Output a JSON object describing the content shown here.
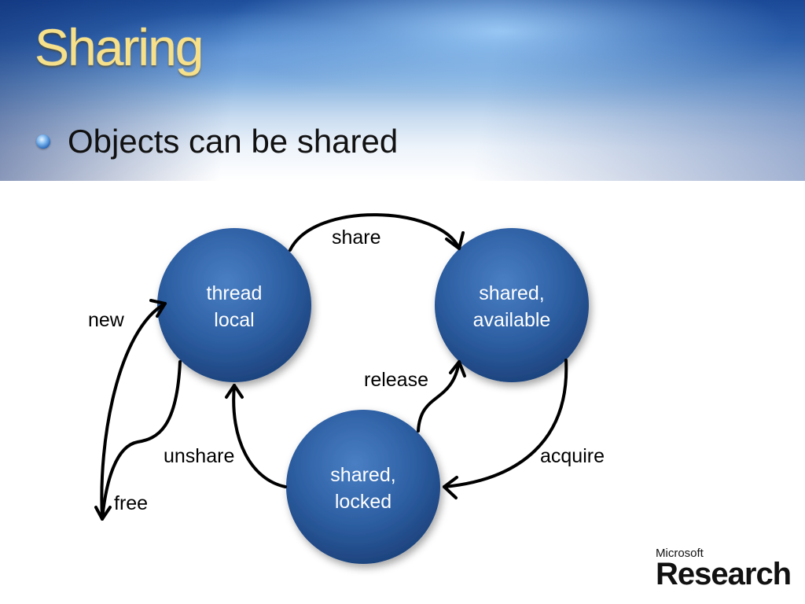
{
  "slide": {
    "title": "Sharing",
    "bullet": "Objects can be shared"
  },
  "diagram": {
    "nodes": {
      "thread_local": {
        "line1": "thread",
        "line2": "local"
      },
      "shared_available": {
        "line1": "shared,",
        "line2": "available"
      },
      "shared_locked": {
        "line1": "shared,",
        "line2": "locked"
      }
    },
    "edges": {
      "share": "share",
      "release": "release",
      "acquire": "acquire",
      "unshare": "unshare",
      "new": "new",
      "free": "free"
    }
  },
  "logo": {
    "brand": "Microsoft",
    "product": "Research"
  },
  "colors": {
    "title": "#f7e08a",
    "node_fill": "#2a5b9e",
    "arrow": "#000000"
  }
}
